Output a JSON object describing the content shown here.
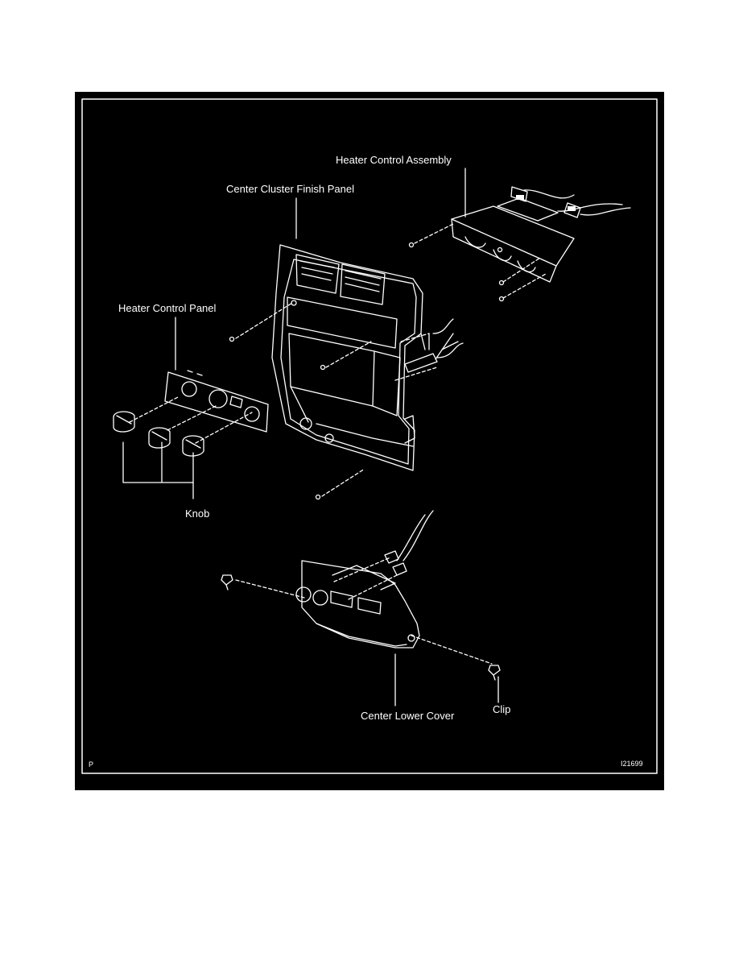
{
  "diagram": {
    "labels": {
      "heater_control_assembly": "Heater Control Assembly",
      "center_cluster_finish_panel": "Center Cluster Finish Panel",
      "heater_control_panel": "Heater Control Panel",
      "knob": "Knob",
      "center_lower_cover": "Center Lower Cover",
      "clip": "Clip"
    },
    "corner_left": "P",
    "corner_right": "I21699"
  }
}
